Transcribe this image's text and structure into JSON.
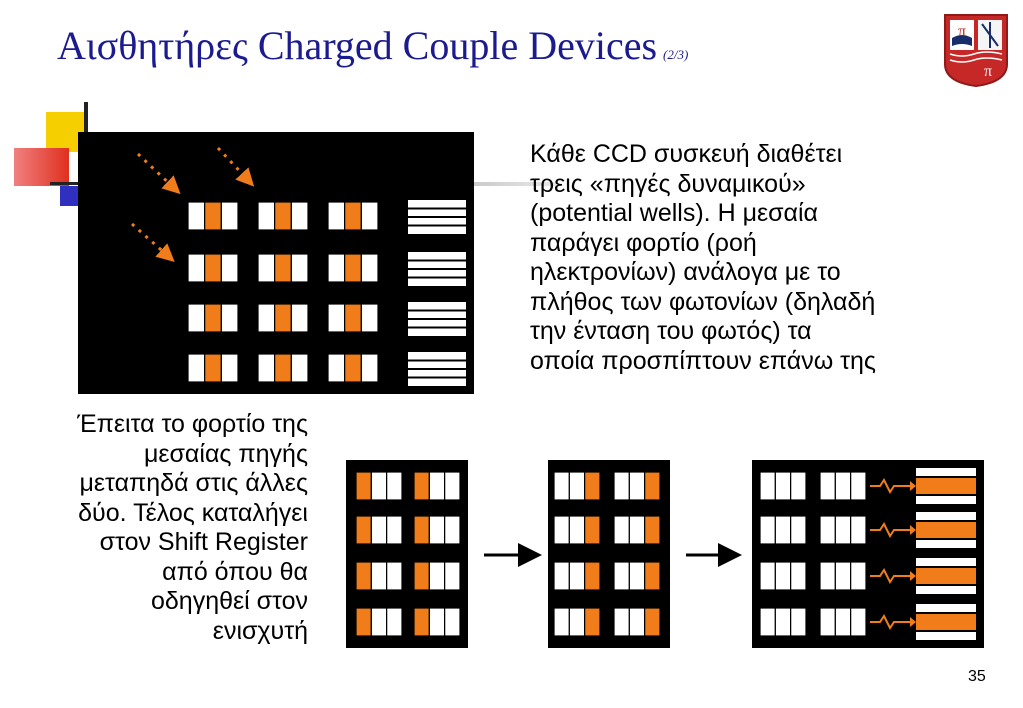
{
  "slide": {
    "title": "Αισθητήρες Charged Couple Devices",
    "title_part": "(2/3)",
    "paragraph_right": "Κάθε CCD συσκευή διαθέτει\nτρεις «πηγές δυναμικού»\n(potential wells). Η μεσαία\nπαράγει φορτίο (ροή\nηλεκτρονίων) ανάλογα με το\nπλήθος των φωτονίων (δηλαδή\nτην ένταση του φωτός) τα\nοποία προσπίπτουν επάνω της",
    "paragraph_left": "Έπειτα το φορτίο της\nμεσαίας πηγής\nμεταπηδά στις άλλες\nδύο. Τέλος καταλήγει\nστον Shift Register\nαπό όπου θα\nοδηγηθεί στον\nενισχυτή",
    "page_number": "35"
  },
  "colors": {
    "title": "#1b1b8f",
    "charge": "#f07d1a",
    "sensor_bg": "#000000",
    "cell": "#ffffff"
  },
  "logo": {
    "letter": "π"
  }
}
